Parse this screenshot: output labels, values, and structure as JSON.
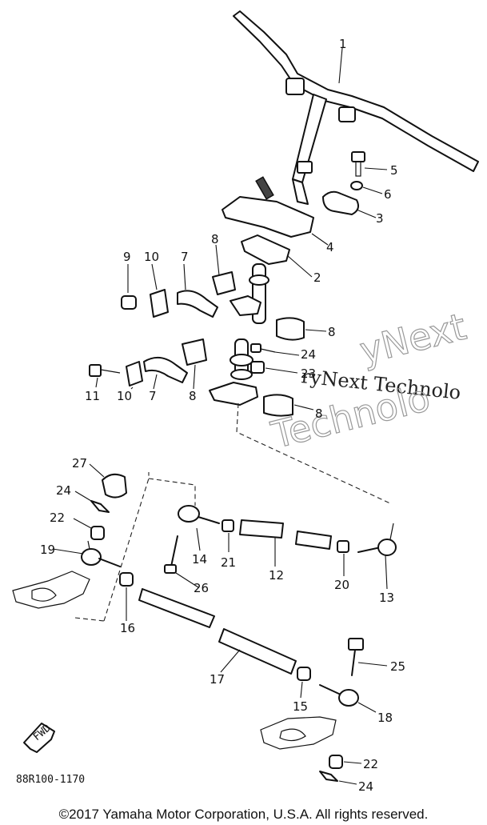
{
  "diagram": {
    "drawing_code": "88R100-1170",
    "fwd_label": "FWD",
    "watermark_top": "yNext",
    "watermark_mid": "ryNext Technolo",
    "watermark_bottom": "Technolo",
    "callouts": [
      "1",
      "2",
      "3",
      "4",
      "5",
      "6",
      "7",
      "7",
      "8",
      "8",
      "8",
      "8",
      "9",
      "10",
      "10",
      "11",
      "12",
      "13",
      "14",
      "15",
      "16",
      "17",
      "18",
      "19",
      "20",
      "21",
      "22",
      "22",
      "23",
      "24",
      "24",
      "24",
      "25",
      "26",
      "27"
    ]
  },
  "copyright": "©2017 Yamaha Motor Corporation, U.S.A. All rights reserved."
}
